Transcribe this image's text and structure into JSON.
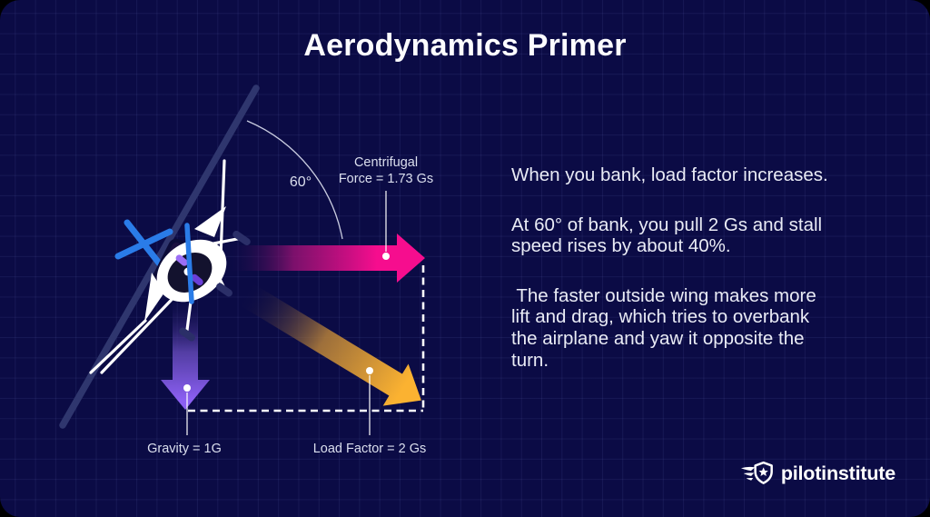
{
  "header": {
    "title": "Aerodynamics Primer"
  },
  "diagram": {
    "bank_angle": "60°",
    "centrifugal_line1": "Centrifugal",
    "centrifugal_line2": "Force = 1.73 Gs",
    "gravity": "Gravity = 1G",
    "load_factor": "Load Factor = 2 Gs"
  },
  "panel": {
    "paragraph1": {
      "line1": "When you bank, load factor increases."
    },
    "paragraph2": {
      "line1": "At 60° of bank, you pull 2 Gs and stall",
      "line2": "speed rises by about 40%."
    },
    "paragraph3": {
      "line1": " The faster outside wing makes more",
      "line2": "lift and drag, which tries to overbank",
      "line3": "the airplane and yaw it opposite the",
      "line4": "turn."
    }
  },
  "footer": {
    "brand": "pilotinstitute"
  },
  "colors": {
    "background": "#0b0b45",
    "centrifugal_arrow": "#f60d8e",
    "gravity_arrow": "#8b5ff2",
    "load_factor_arrow": "#fbb231",
    "propeller_blue": "#2a7ce8",
    "bank_line": "#2f366e",
    "text": "#e9ebf5"
  }
}
